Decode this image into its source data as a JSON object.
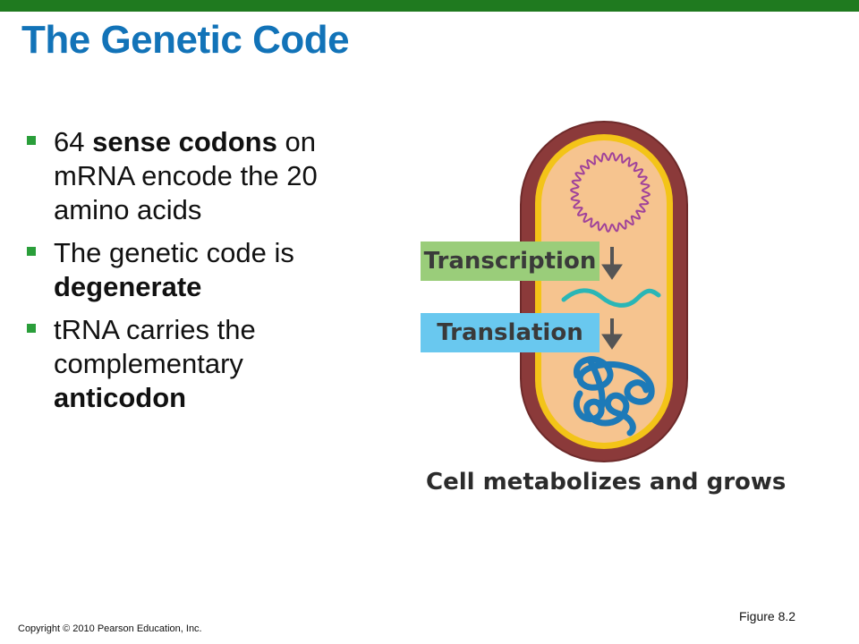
{
  "slide": {
    "title": "The Genetic Code",
    "bullets": [
      {
        "parts": [
          {
            "text": "64 ",
            "bold": false
          },
          {
            "text": "sense codons",
            "bold": true
          },
          {
            "text": " on mRNA encode the 20 amino acids",
            "bold": false
          }
        ]
      },
      {
        "parts": [
          {
            "text": "The genetic code is ",
            "bold": false
          },
          {
            "text": "degenerate",
            "bold": true
          }
        ]
      },
      {
        "parts": [
          {
            "text": "tRNA carries the complementary ",
            "bold": false
          },
          {
            "text": "anticodon",
            "bold": true
          }
        ]
      }
    ]
  },
  "figure": {
    "transcription_label": "Transcription",
    "translation_label": "Translation",
    "caption": "Cell metabolizes and grows",
    "figure_label": "Figure 8.2"
  },
  "footer": {
    "copyright": "Copyright © 2010 Pearson Education, Inc."
  },
  "colors": {
    "top_bar": "#1f7a1f",
    "title": "#1273b8",
    "bullet_marker": "#2a9e3a",
    "transcription_box": "#9acd7a",
    "translation_box": "#69c8ef",
    "cell_wall": "#8b3a3a",
    "cytoplasm": "#f6c48f",
    "membrane": "#f3c418",
    "dna": "#a0429a",
    "mrna": "#2ab6b6",
    "protein": "#1d7ab8"
  }
}
